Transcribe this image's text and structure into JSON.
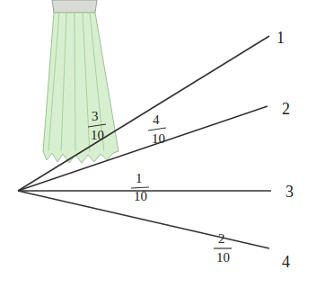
{
  "diagram": {
    "labels": [
      "3",
      "10",
      "4",
      "10",
      "1",
      "10",
      "2",
      "10",
      "1",
      "2",
      "3",
      "4"
    ]
  }
}
